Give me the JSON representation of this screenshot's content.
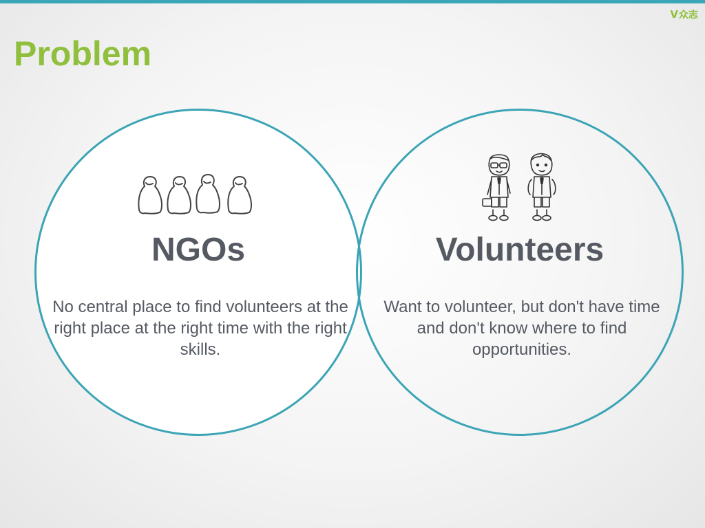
{
  "slide": {
    "title": "Problem",
    "logo": {
      "mark": "V",
      "text": "众志"
    },
    "accent_color": "#3aa6b8",
    "title_color": "#8fbf3c",
    "text_color": "#555a62"
  },
  "circles": [
    {
      "heading": "NGOs",
      "description": "No central place to find volunteers at the right place at the right time with the right skills.",
      "icon": "group-of-people-icon"
    },
    {
      "heading": "Volunteers",
      "description": "Want to volunteer, but don't have time and don't know where to find opportunities.",
      "icon": "two-kids-icon"
    }
  ]
}
